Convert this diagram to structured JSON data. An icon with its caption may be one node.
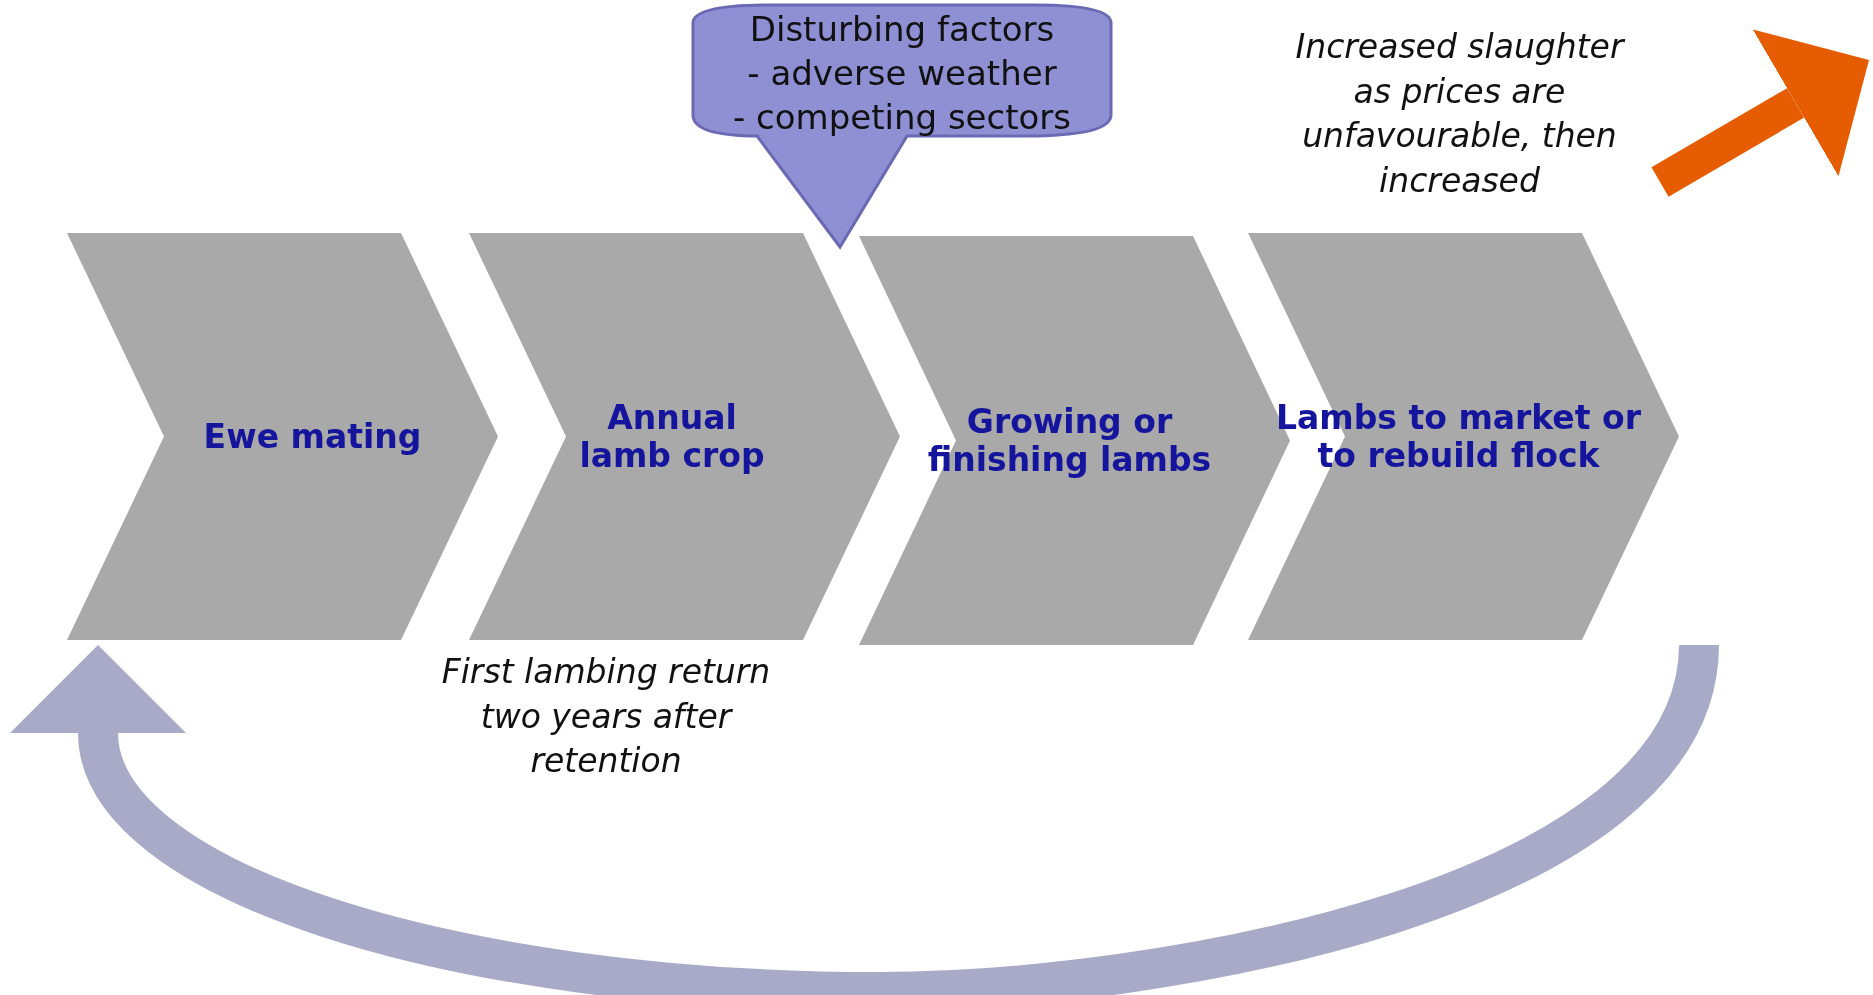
{
  "diagram": {
    "nodes": [
      {
        "text": [
          "Ewe mating"
        ]
      },
      {
        "text": [
          "Annual lamb crop"
        ]
      },
      {
        "text": [
          "Growing or finishing lambs"
        ]
      },
      {
        "text": [
          "Lambs to market or to rebuild flock"
        ]
      },
      {
        "text": [
          "Disturbing factors",
          "- adverse weather",
          "- competing sectors"
        ]
      },
      {
        "text": [
          "Increased slaughter as prices are unfavourable, then increased"
        ]
      }
    ],
    "edges": [
      {
        "from": 3,
        "to": 0,
        "arrow": "to",
        "color": "#a8aac8"
      },
      {
        "from": 5,
        "to": null,
        "arrow": "to",
        "color": "#e55d00"
      }
    ],
    "labels": [
      "First lambing return two years after retention"
    ]
  }
}
